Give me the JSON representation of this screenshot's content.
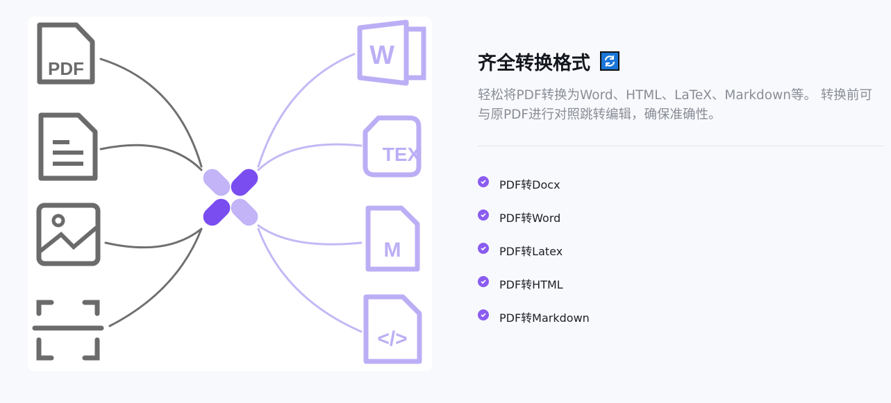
{
  "illustration": {
    "pdf_label": "PDF",
    "word_label": "W",
    "tex_label": "TEX",
    "md_label": "M",
    "code_label": "</>"
  },
  "feature": {
    "title": "齐全转换格式",
    "title_icon": "sync-icon",
    "description": "轻松将PDF转换为Word、HTML、LaTeX、Markdown等。 转换前可与原PDF进行对照跳转编辑，确保准确性。",
    "items": [
      {
        "label": "PDF转Docx"
      },
      {
        "label": "PDF转Word"
      },
      {
        "label": "PDF转Latex"
      },
      {
        "label": "PDF转HTML"
      },
      {
        "label": "PDF转Markdown"
      }
    ]
  },
  "colors": {
    "accent": "#8a5cf0",
    "gray_icon": "#6b6b6b",
    "lavender_icon": "#bcaef5"
  }
}
